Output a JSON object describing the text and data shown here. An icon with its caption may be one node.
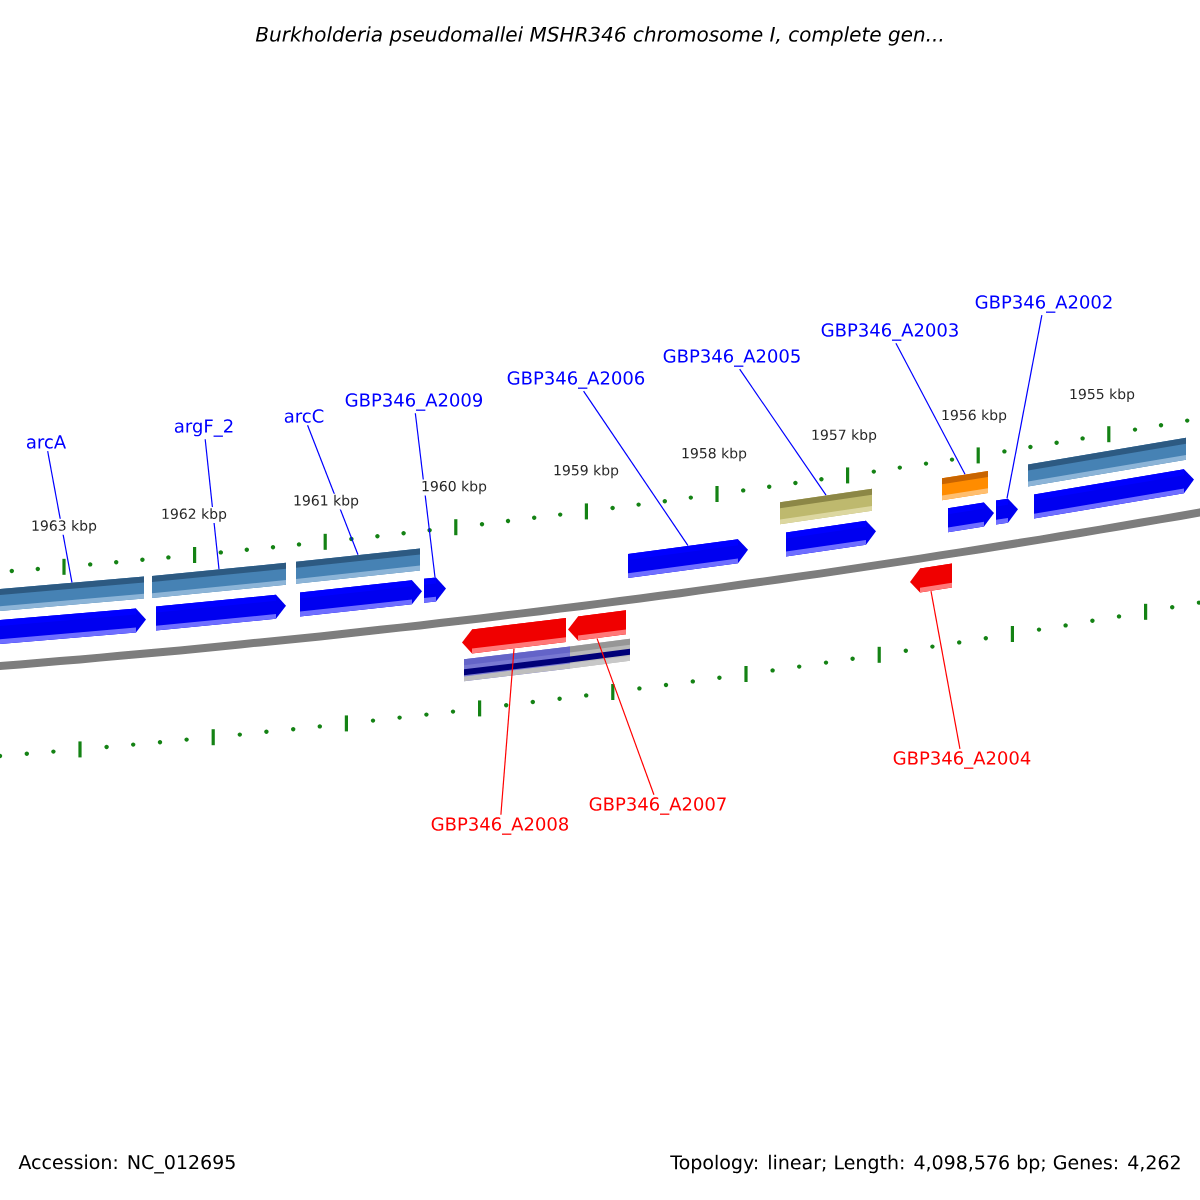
{
  "diagram": {
    "title": "Burkholderia pseudomallei MSHR346 chromosome I, complete gen...",
    "nodes": [
      {
        "text": [
          "arcA"
        ]
      },
      {
        "text": [
          "argF_2"
        ]
      },
      {
        "text": [
          "arcC"
        ]
      },
      {
        "text": [
          "GBP346_A2009"
        ]
      },
      {
        "text": [
          "GBP346_A2006"
        ]
      },
      {
        "text": [
          "GBP346_A2005"
        ]
      },
      {
        "text": [
          "GBP346_A2003"
        ]
      },
      {
        "text": [
          "GBP346_A2002"
        ]
      },
      {
        "text": [
          "GBP346_A2008"
        ]
      },
      {
        "text": [
          "GBP346_A2007"
        ]
      },
      {
        "text": [
          "GBP346_A2004"
        ]
      },
      {
        "text": [],
        "shape": "box"
      },
      {
        "text": [],
        "shape": "pentagon"
      },
      {
        "text": [],
        "shape": "box"
      },
      {
        "text": [],
        "shape": "pentagon"
      },
      {
        "text": [],
        "shape": "box"
      },
      {
        "text": [],
        "shape": "pentagon"
      },
      {
        "text": [],
        "shape": "pentagon"
      },
      {
        "text": [],
        "shape": "pentagon"
      },
      {
        "text": [],
        "shape": "box"
      },
      {
        "text": [],
        "shape": "pentagon"
      },
      {
        "text": [],
        "shape": "box"
      },
      {
        "text": [],
        "shape": "pentagon"
      },
      {
        "text": [],
        "shape": "box"
      },
      {
        "text": [],
        "shape": "pentagon"
      },
      {
        "text": [],
        "shape": "pentagon"
      },
      {
        "text": [],
        "shape": "box"
      },
      {
        "text": [],
        "shape": "pentagon"
      },
      {
        "text": [],
        "shape": "pentagon"
      },
      {
        "text": [],
        "shape": "box"
      },
      {
        "text": [],
        "shape": "pentagon"
      }
    ],
    "edges": [
      {
        "from": 0,
        "to": 11,
        "arrow": "none"
      },
      {
        "from": 1,
        "to": 13,
        "arrow": "none"
      },
      {
        "from": 2,
        "to": 15,
        "arrow": "none"
      },
      {
        "from": 3,
        "to": 17,
        "arrow": "none"
      },
      {
        "from": 4,
        "to": 22,
        "arrow": "none"
      },
      {
        "from": 5,
        "to": 23,
        "arrow": "none"
      },
      {
        "from": 6,
        "to": 26,
        "arrow": "none"
      },
      {
        "from": 7,
        "to": 28,
        "arrow": "none"
      },
      {
        "from": 8,
        "to": 18,
        "arrow": "none",
        "color": "#ff0000"
      },
      {
        "from": 9,
        "to": 20,
        "arrow": "none",
        "color": "#ff0000"
      },
      {
        "from": 10,
        "to": 25,
        "arrow": "none",
        "color": "#ff0000"
      }
    ],
    "labels": [
      "1963 kbp",
      "1962 kbp",
      "1961 kbp",
      "1960 kbp",
      "1959 kbp",
      "1958 kbp",
      "1957 kbp",
      "1956 kbp",
      "1955 kbp",
      "Accession: NC_012695",
      "Topology: linear; Length: 4,098,576 bp; Genes: 4,262"
    ]
  }
}
